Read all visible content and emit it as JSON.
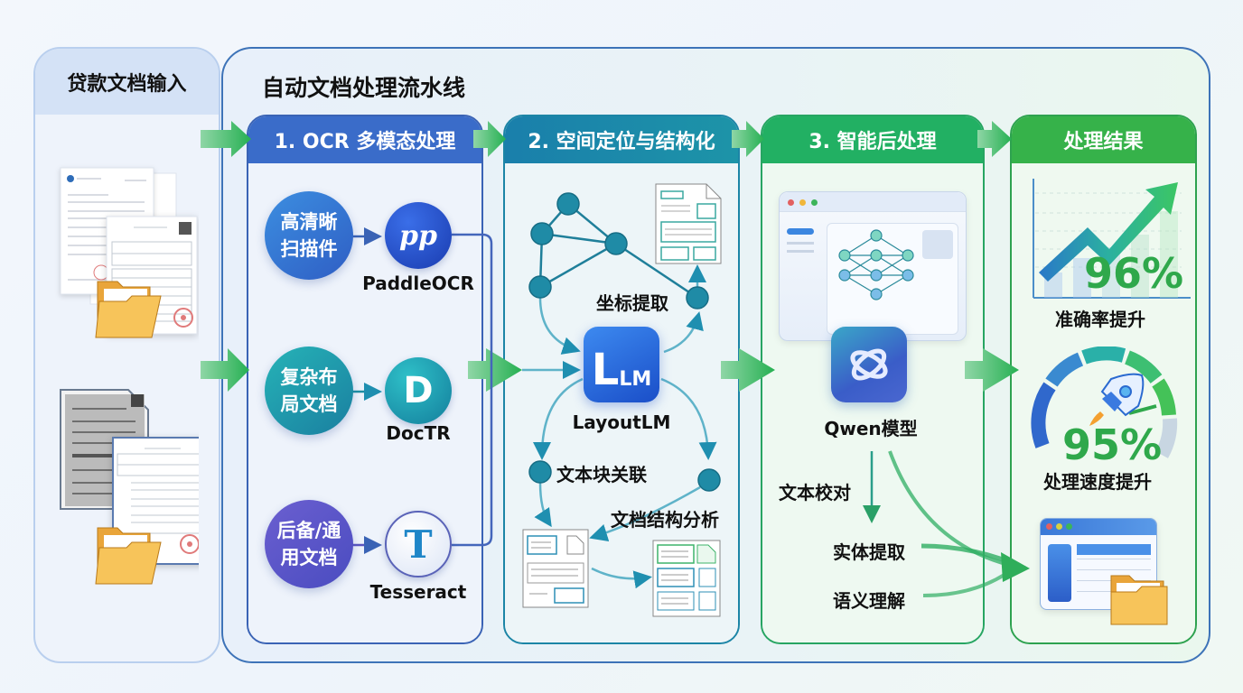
{
  "input_panel": {
    "title": "贷款文档输入"
  },
  "pipeline": {
    "title": "自动文档处理流水线"
  },
  "stages": [
    {
      "title": "1. OCR 多模态处理",
      "categories": [
        {
          "label_line1": "高清晰",
          "label_line2": "扫描件",
          "engine": "PaddleOCR"
        },
        {
          "label_line1": "复杂布",
          "label_line2": "局文档",
          "engine": "DocTR"
        },
        {
          "label_line1": "后备/通",
          "label_line2": "用文档",
          "engine": "Tesseract"
        }
      ]
    },
    {
      "title": "2. 空间定位与结构化",
      "model": "LayoutLM",
      "model_icon_text": "LM",
      "steps": [
        "坐标提取",
        "文本块关联",
        "文档结构分析"
      ]
    },
    {
      "title": "3. 智能后处理",
      "model": "Qwen模型",
      "steps": [
        "文本校对",
        "实体提取",
        "语义理解"
      ]
    },
    {
      "title": "处理结果",
      "metrics": [
        {
          "value": "96%",
          "label": "准确率提升"
        },
        {
          "value": "95%",
          "label": "处理速度提升"
        }
      ]
    }
  ],
  "colors": {
    "stage1": "#3a6cc9",
    "stage2": "#1a87aa",
    "stage3": "#22b063",
    "stage4": "#36b24a",
    "arrow_green": "#34b35a",
    "percent_green": "#2fa84b"
  }
}
